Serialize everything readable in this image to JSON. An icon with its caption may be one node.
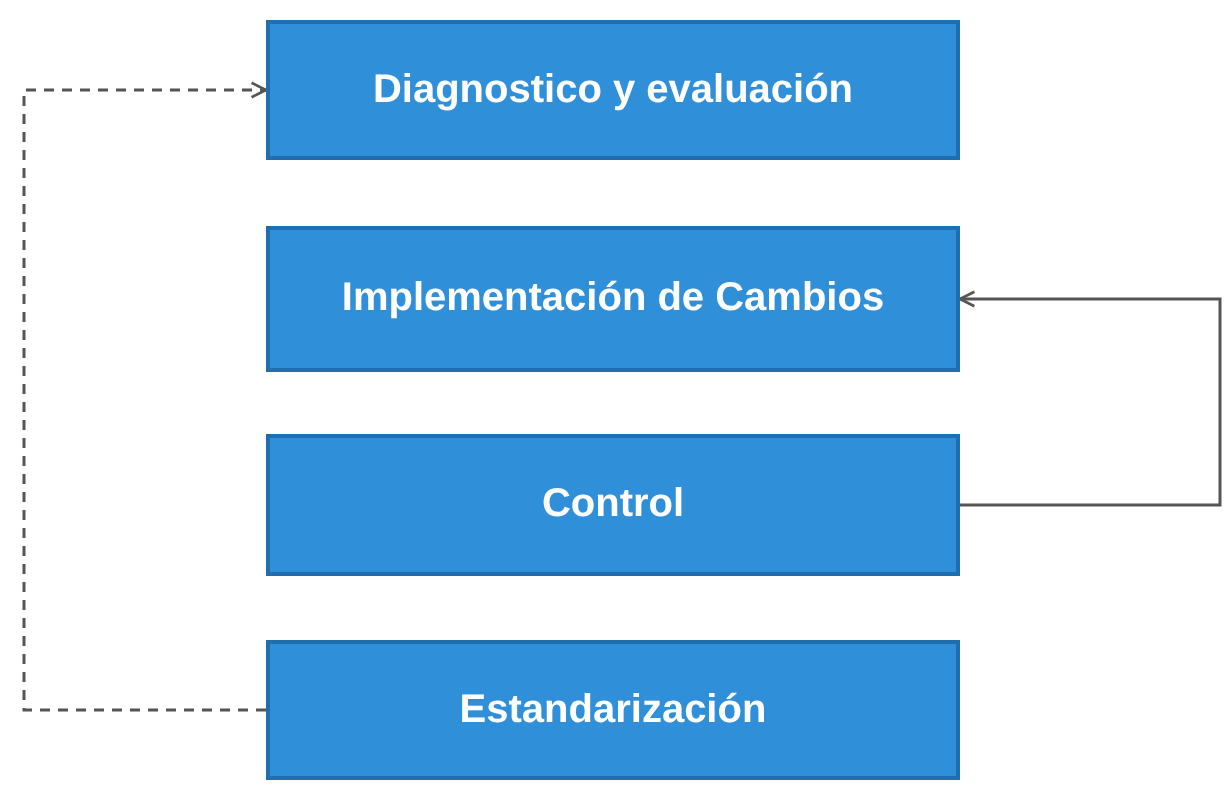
{
  "diagram": {
    "nodes": [
      {
        "text": [
          "Diagnostico y evaluación"
        ]
      },
      {
        "text": [
          "Implementación de Cambios"
        ]
      },
      {
        "text": [
          "Control"
        ]
      },
      {
        "text": [
          "Estandarización"
        ]
      }
    ],
    "edges": [
      {
        "from": 3,
        "to": 0,
        "arrow": "to",
        "style": "dashed"
      },
      {
        "from": 2,
        "to": 1,
        "arrow": "to"
      }
    ]
  }
}
